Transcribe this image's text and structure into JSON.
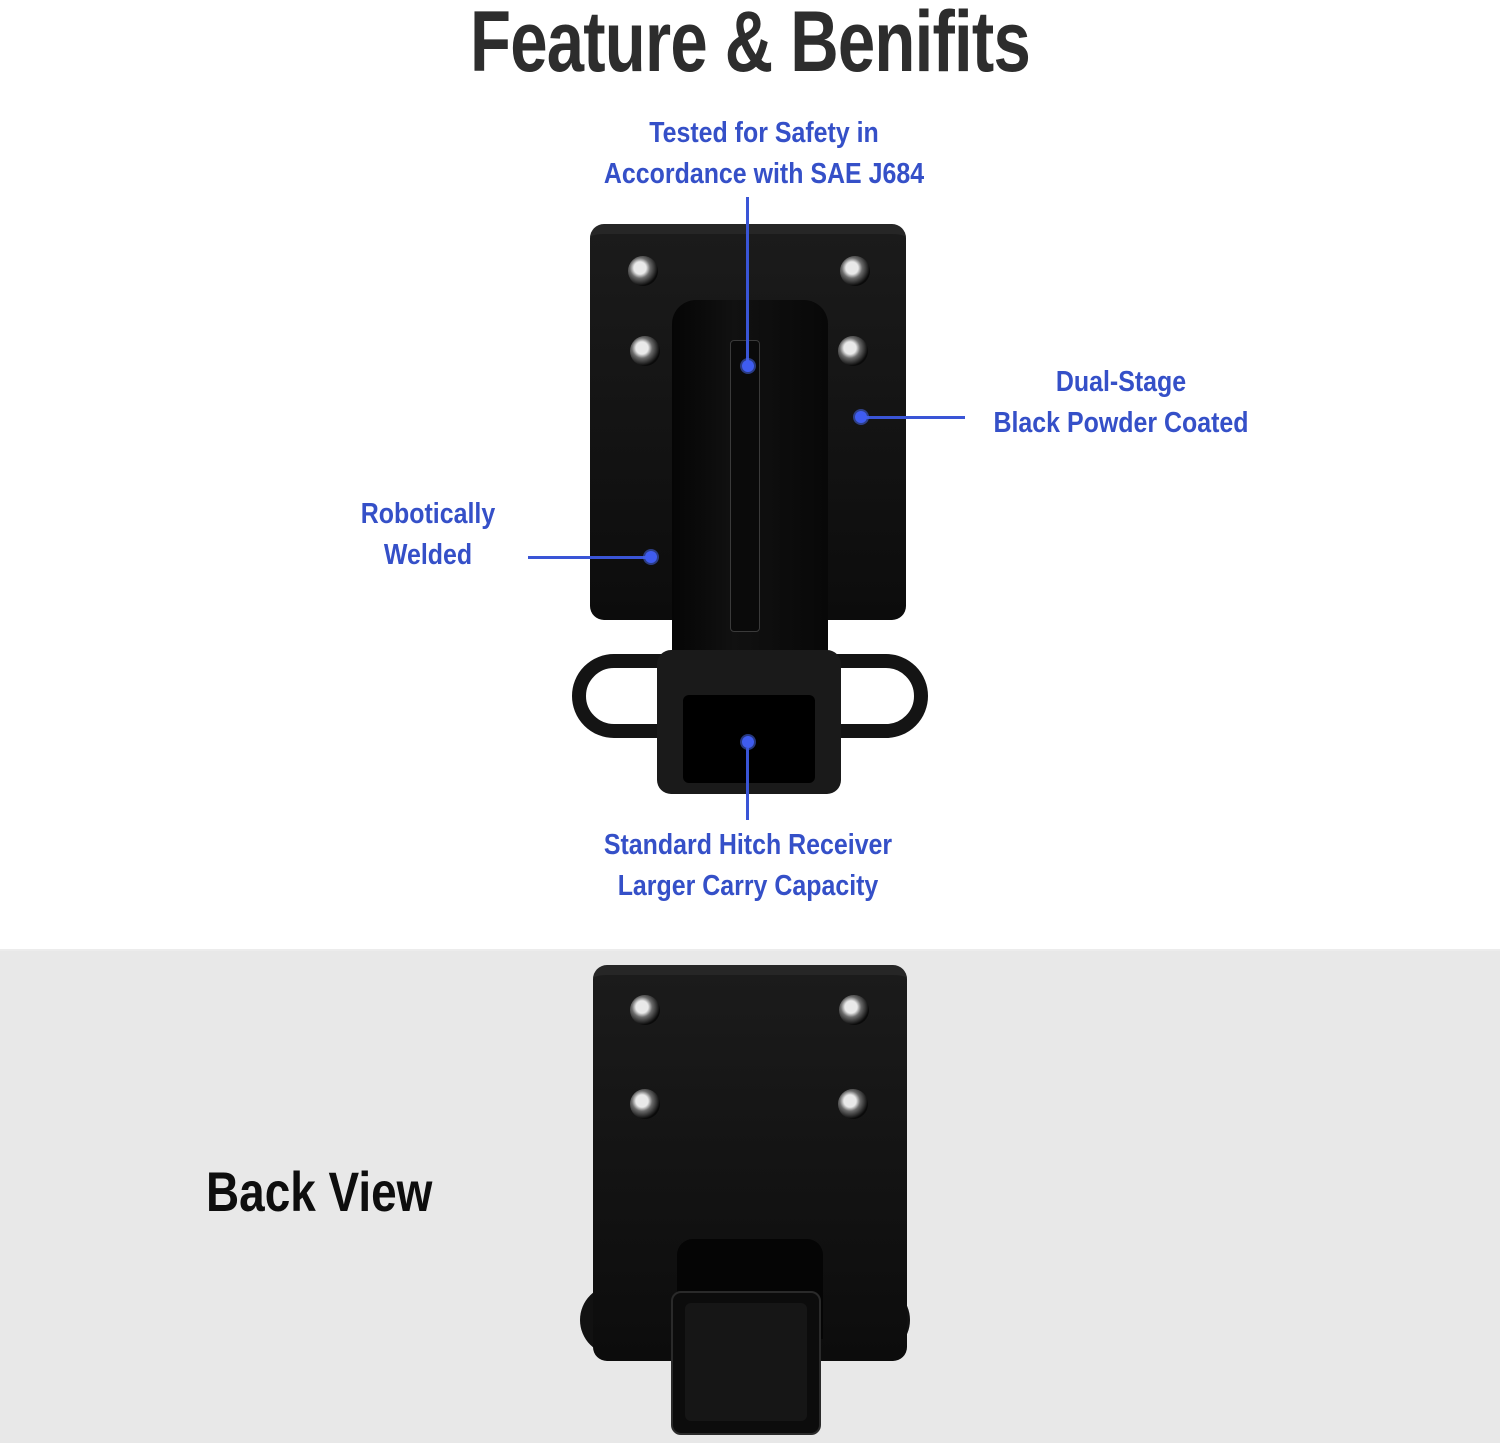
{
  "header": {
    "title": "Feature & Benifits"
  },
  "callouts": {
    "top": {
      "line1": "Tested for Safety in",
      "line2": "Accordance with SAE J684"
    },
    "right": {
      "line1": "Dual-Stage",
      "line2": "Black Powder Coated"
    },
    "left": {
      "line1": "Robotically",
      "line2": "Welded"
    },
    "bottom": {
      "line1": "Standard Hitch Receiver",
      "line2": "Larger Carry Capacity"
    }
  },
  "back_view": {
    "label": "Back View"
  },
  "colors": {
    "callout_text": "#3550c8",
    "leader_line": "#3a55d6",
    "title_text": "#2d2d2d",
    "back_panel": "#e8e8e8"
  }
}
